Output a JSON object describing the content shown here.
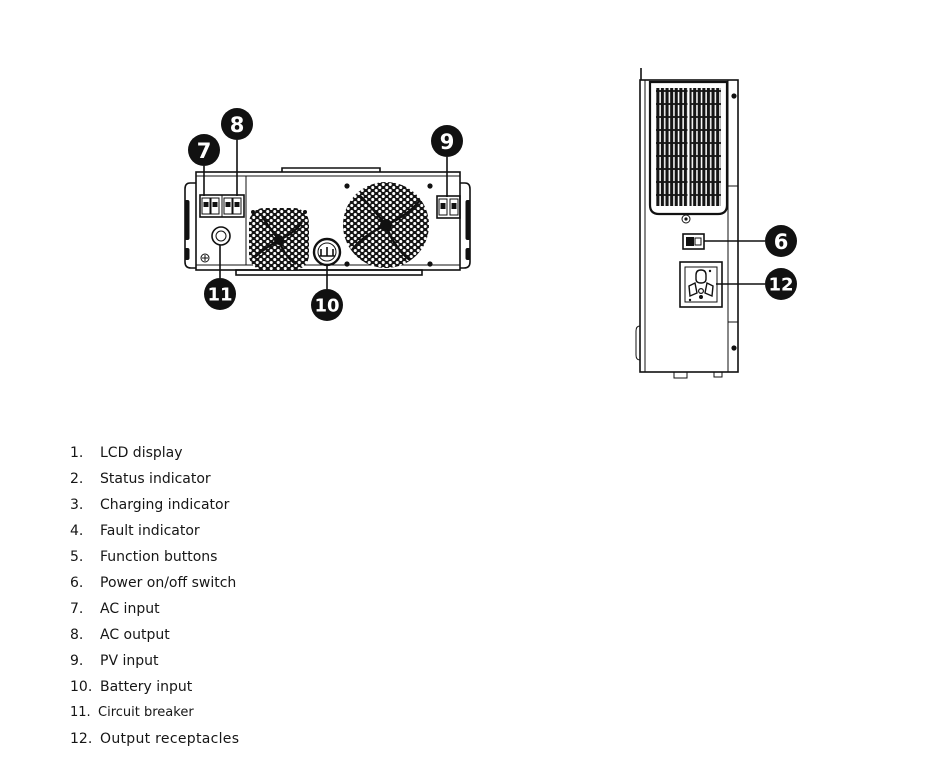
{
  "callouts": {
    "power_switch": "6",
    "ac_input": "7",
    "ac_output": "8",
    "pv_input": "9",
    "battery_input": "10",
    "circuit_breaker": "11",
    "output_receptacles": "12"
  },
  "legend": [
    {
      "num": "1.",
      "label": "LCD display"
    },
    {
      "num": "2.",
      "label": "Status indicator"
    },
    {
      "num": "3.",
      "label": "Charging indicator"
    },
    {
      "num": "4.",
      "label": "Fault indicator"
    },
    {
      "num": "5.",
      "label": "Function buttons"
    },
    {
      "num": "6.",
      "label": "Power on/off switch"
    },
    {
      "num": "7.",
      "label": "AC input"
    },
    {
      "num": "8.",
      "label": "AC output"
    },
    {
      "num": "9.",
      "label": "PV input"
    },
    {
      "num": "10.",
      "label": "Battery input"
    },
    {
      "num": "11.",
      "label": "Circuit breaker"
    },
    {
      "num": "12.",
      "label": "Output receptacles"
    }
  ]
}
